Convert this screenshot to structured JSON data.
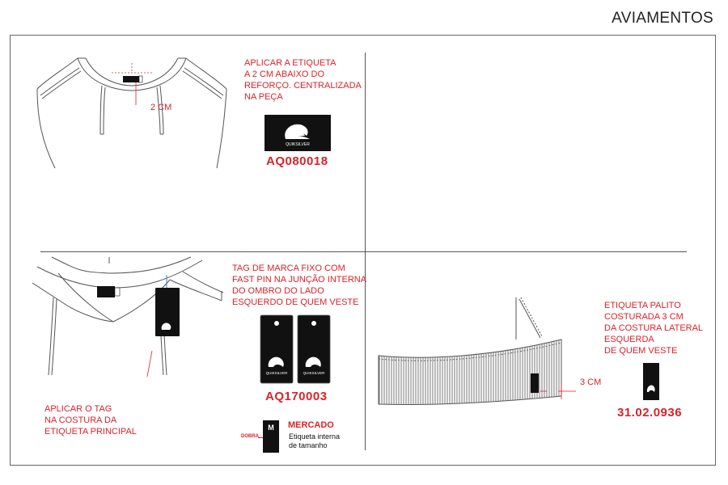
{
  "header": {
    "title": "AVIAMENTOS"
  },
  "panel_top_left": {
    "dimension_label": "2 CM",
    "instruction_lines": [
      "APLICAR A ETIQUETA",
      "A 2 CM ABAIXO DO",
      "REFORÇO. CENTRALIZADA",
      "NA PEÇA"
    ],
    "label_brand_text": "QUIKSILVER",
    "part_code": "AQ080018"
  },
  "panel_bottom_left": {
    "instruction_lines": [
      "TAG DE MARCA FIXO COM",
      "FAST PIN NA JUNÇÃO INTERNA",
      "DO OMBRO DO LADO",
      "ESQUERDO DE QUEM VESTE"
    ],
    "callout_lines": [
      "APLICAR O TAG",
      "NA COSTURA DA",
      "ETIQUETA PRINCIPAL"
    ],
    "tag_brand_text": "QUIKSILVER",
    "part_code": "AQ170003",
    "size_label": {
      "fold_text": "DOBRA",
      "size_letter": "M",
      "market_title": "MERCADO",
      "description_lines": [
        "Etiqueta interna",
        "de tamanho"
      ]
    }
  },
  "panel_bottom_right": {
    "dimension_label": "3 CM",
    "instruction_lines": [
      "ETIQUETA PALITO",
      "COSTURADA 3 CM",
      "DA COSTURA LATERAL",
      "ESQUERDA",
      "DE QUEM VESTE"
    ],
    "part_code": "31.02.0936"
  },
  "colors": {
    "accent_red": "#d7232a",
    "label_black": "#111111",
    "outline": "#555555"
  }
}
